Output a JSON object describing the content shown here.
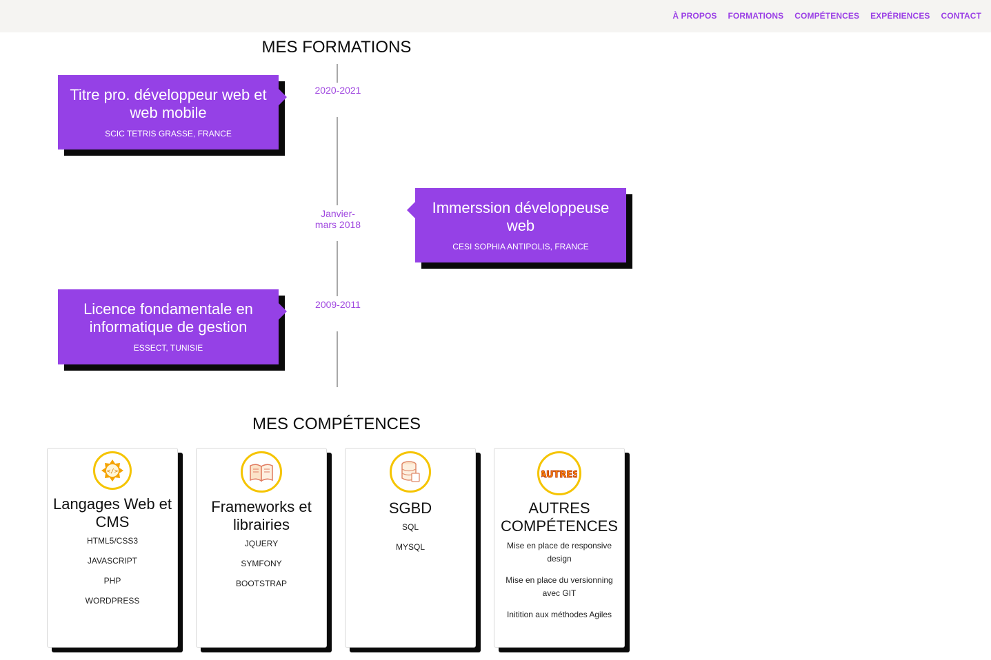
{
  "nav": {
    "items": [
      "À PROPOS",
      "FORMATIONS",
      "COMPÉTENCES",
      "EXPÉRIENCES",
      "CONTACT"
    ],
    "color": "#9a3fe6"
  },
  "formations": {
    "title": "MES FORMATIONS",
    "entries": [
      {
        "date": "2020-2021",
        "title": "Titre pro. développeur web et web mobile",
        "place": "SCIC TETRIS GRASSE, FRANCE"
      },
      {
        "date": "Janvier-mars 2018",
        "title": "Immerssion développeuse web",
        "place": "CESI SOPHIA ANTIPOLIS, FRANCE"
      },
      {
        "date": "2009-2011",
        "title": "Licence fondamentale en informatique de gestion",
        "place": "ESSECT, TUNISIE"
      }
    ]
  },
  "competences": {
    "title": "MES COMPÉTENCES",
    "cards": [
      {
        "icon": "code-gear-icon",
        "title": "Langages Web et CMS",
        "items": [
          "HTML5/CSS3",
          "JAVASCRIPT",
          "PHP",
          "WORDPRESS"
        ]
      },
      {
        "icon": "open-book-icon",
        "title": "Frameworks et librairies",
        "items": [
          "JQUERY",
          "SYMFONY",
          "BOOTSTRAP"
        ]
      },
      {
        "icon": "database-icon",
        "title": "SGBD",
        "items": [
          "SQL",
          "MYSQL"
        ]
      },
      {
        "icon": "autres-logo-icon",
        "icon_text": "AUTRES",
        "title": "AUTRES COMPÉTENCES",
        "items": [
          "Mise en place de responsive design",
          "Mise en place du versionning avec GIT",
          "Initition aux méthodes Agiles"
        ]
      }
    ]
  },
  "colors": {
    "accent": "#9541e6",
    "icon_ring": "#f5c400"
  }
}
